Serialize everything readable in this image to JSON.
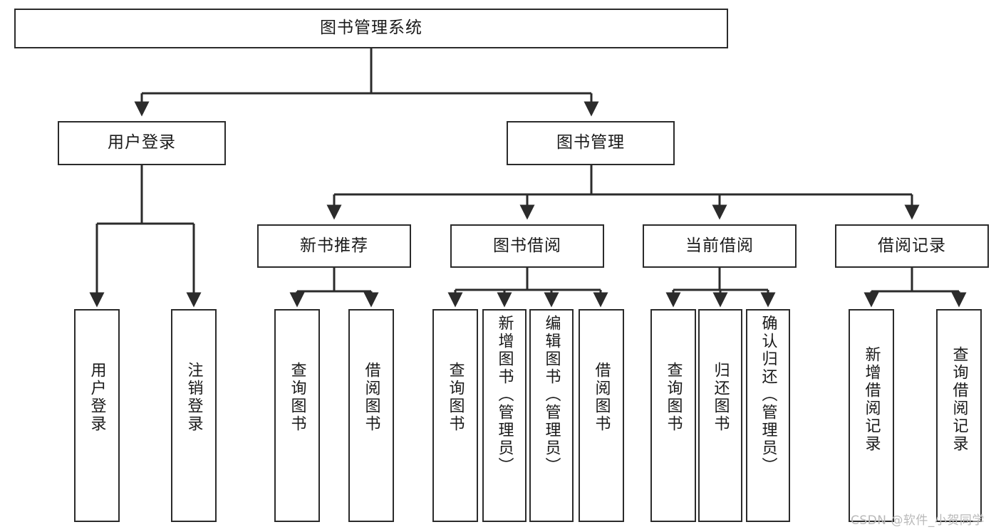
{
  "diagram": {
    "title": "图书管理系统",
    "type": "tree",
    "root": {
      "label": "图书管理系统"
    },
    "level2": [
      {
        "label": "用户登录"
      },
      {
        "label": "图书管理"
      }
    ],
    "level3": [
      {
        "label": "新书推荐"
      },
      {
        "label": "图书借阅"
      },
      {
        "label": "当前借阅"
      },
      {
        "label": "借阅记录"
      }
    ],
    "leaves": {
      "user_login": [
        {
          "label": "用户登录"
        },
        {
          "label": "注销登录"
        }
      ],
      "new_book_recommend": [
        {
          "label": "查询图书"
        },
        {
          "label": "借阅图书"
        }
      ],
      "book_borrow": [
        {
          "label": "查询图书"
        },
        {
          "label": "新增图书（管理员）"
        },
        {
          "label": "编辑图书（管理员）"
        },
        {
          "label": "借阅图书"
        }
      ],
      "current_borrow": [
        {
          "label": "查询图书"
        },
        {
          "label": "归还图书"
        },
        {
          "label": "确认归还（管理员）"
        }
      ],
      "borrow_record": [
        {
          "label": "新增借阅记录"
        },
        {
          "label": "查询借阅记录"
        }
      ]
    }
  },
  "watermark": {
    "text": "CSDN @软件_小贺同学"
  },
  "colors": {
    "border": "#2b2b2b",
    "background": "#ffffff",
    "text": "#1a1a1a",
    "watermark": "#b9b9b9"
  }
}
